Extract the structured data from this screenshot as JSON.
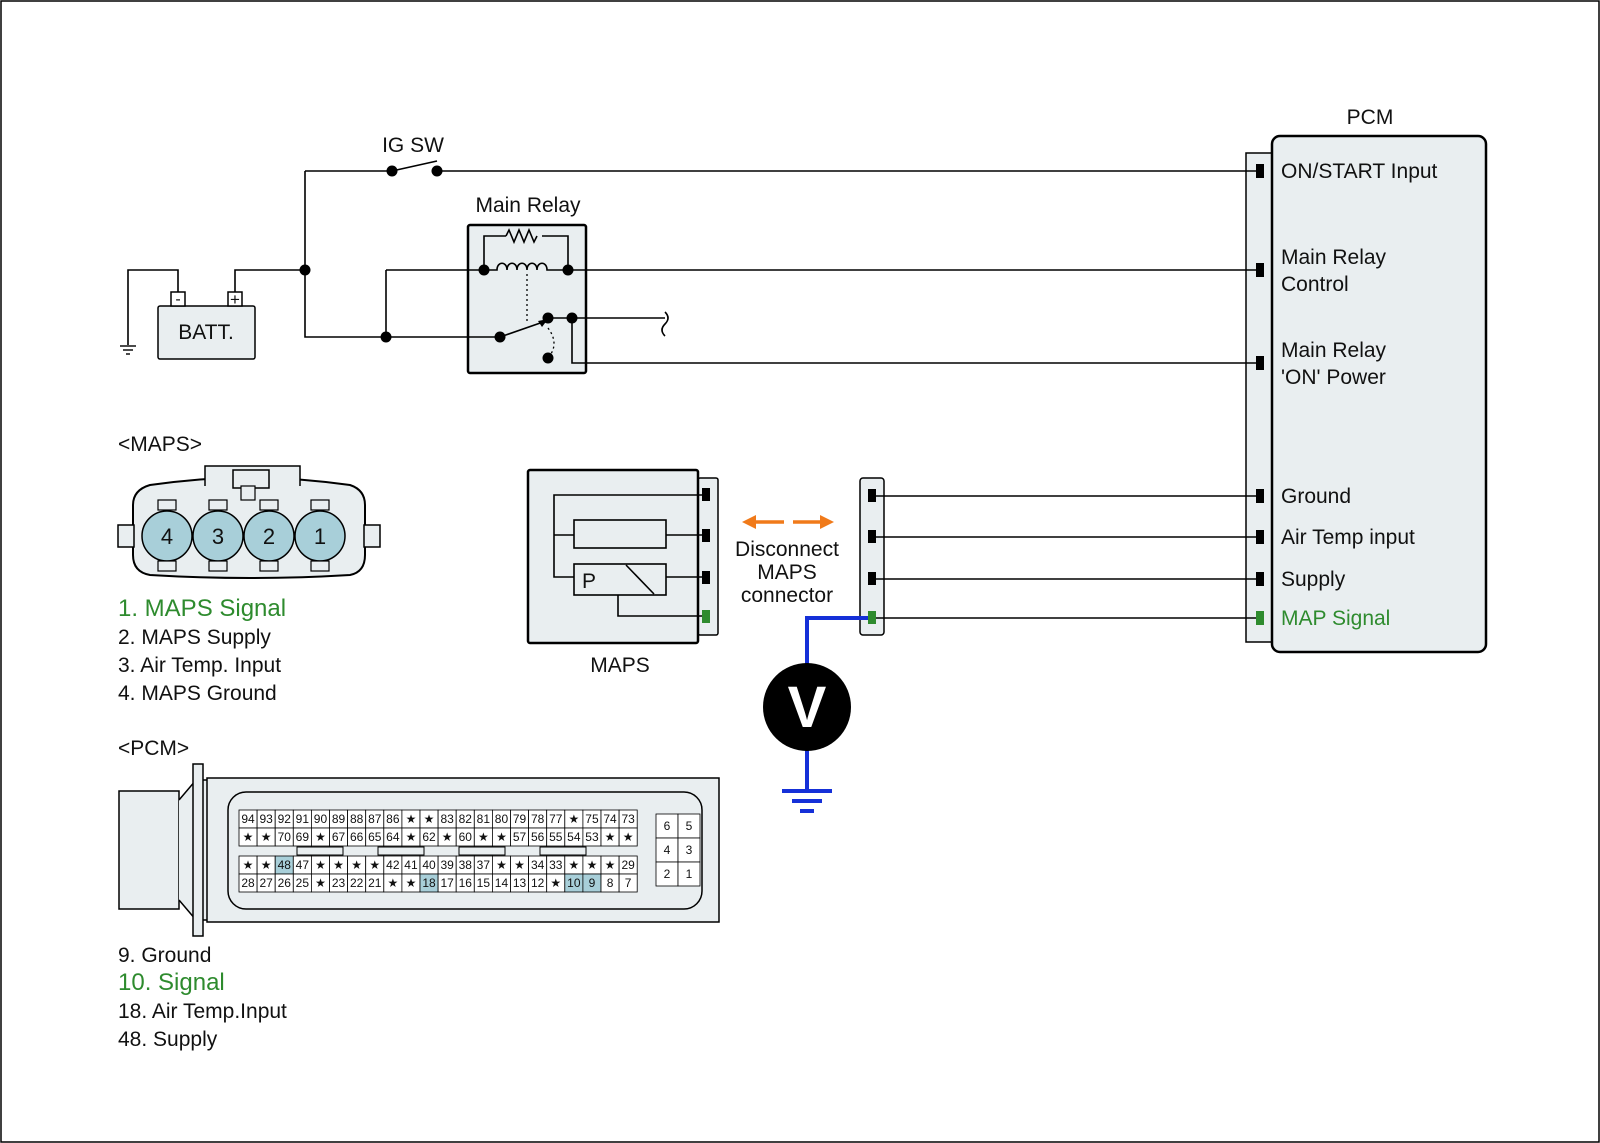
{
  "pcm_title": "PCM",
  "ig_sw_label": "IG SW",
  "main_relay_label": "Main Relay",
  "batt_label": "BATT.",
  "batt_minus": "-",
  "batt_plus": "+",
  "pcm_pins": [
    {
      "label1": "ON/START  Input",
      "label2": "",
      "color": "#111111"
    },
    {
      "label1": "Main Relay",
      "label2": "Control",
      "color": "#111111"
    },
    {
      "label1": "Main Relay",
      "label2": "'ON' Power",
      "color": "#111111"
    },
    {
      "label1": "Ground",
      "label2": "",
      "color": "#111111"
    },
    {
      "label1": "Air Temp input",
      "label2": "",
      "color": "#111111"
    },
    {
      "label1": "Supply",
      "label2": "",
      "color": "#111111"
    },
    {
      "label1": "MAP Signal",
      "label2": "",
      "color": "#2e8b2e"
    }
  ],
  "maps_heading": "<MAPS>",
  "maps_connector_pins": [
    "4",
    "3",
    "2",
    "1"
  ],
  "maps_legend": [
    {
      "text": "1. MAPS Signal",
      "highlight": true
    },
    {
      "text": "2. MAPS Supply",
      "highlight": false
    },
    {
      "text": "3. Air Temp. Input",
      "highlight": false
    },
    {
      "text": "4. MAPS Ground",
      "highlight": false
    }
  ],
  "maps_sensor_label": "MAPS",
  "maps_p_label": "P",
  "disconnect_label": [
    "Disconnect",
    "MAPS",
    "connector"
  ],
  "voltmeter_label": "V",
  "pcm_heading": "<PCM>",
  "pcm_connector_rows": [
    [
      "94",
      "93",
      "92",
      "91",
      "90",
      "89",
      "88",
      "87",
      "86",
      "★",
      "★",
      "83",
      "82",
      "81",
      "80",
      "79",
      "78",
      "77",
      "★",
      "75",
      "74",
      "73"
    ],
    [
      "★",
      "★",
      "70",
      "69",
      "★",
      "67",
      "66",
      "65",
      "64",
      "★",
      "62",
      "★",
      "60",
      "★",
      "★",
      "57",
      "56",
      "55",
      "54",
      "53",
      "★",
      "★"
    ],
    [
      "★",
      "★",
      "48",
      "47",
      "★",
      "★",
      "★",
      "★",
      "42",
      "41",
      "40",
      "39",
      "38",
      "37",
      "★",
      "★",
      "34",
      "33",
      "★",
      "★",
      "★",
      "29"
    ],
    [
      "28",
      "27",
      "26",
      "25",
      "★",
      "23",
      "22",
      "21",
      "★",
      "★",
      "18",
      "17",
      "16",
      "15",
      "14",
      "13",
      "12",
      "★",
      "10",
      "9",
      "8",
      "7"
    ]
  ],
  "pcm_connector_highlight": [
    "48",
    "18",
    "10",
    "9"
  ],
  "pcm_connector_small": [
    [
      "6",
      "5"
    ],
    [
      "4",
      "3"
    ],
    [
      "2",
      "1"
    ]
  ],
  "pcm_legend": [
    {
      "text": "9. Ground",
      "highlight": false
    },
    {
      "text": "10. Signal",
      "highlight": true
    },
    {
      "text": "18. Air Temp.Input",
      "highlight": false
    },
    {
      "text": "48. Supply",
      "highlight": false
    }
  ],
  "colors": {
    "highlight_text": "#2e8b2e",
    "pin_fill": "#a8cfd9",
    "probe_wire": "#1530d8",
    "disconnect_arrow": "#f07a1a",
    "box_fill": "#e9eef0"
  }
}
